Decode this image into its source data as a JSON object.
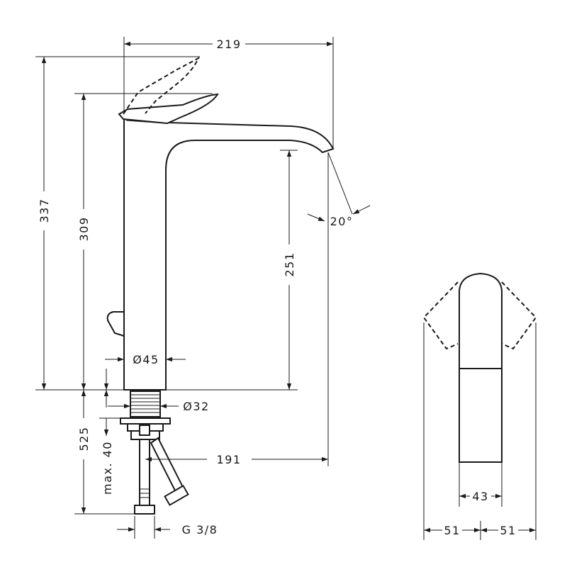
{
  "dimensions": {
    "overall_width": "219",
    "overall_height": "337",
    "lever_height": "309",
    "spout_height": "251",
    "spout_angle": "20°",
    "body_diameter": "Ø45",
    "thread_diameter": "Ø32",
    "deck_thickness": "max. 40",
    "hose_length": "525",
    "spout_reach": "191",
    "hose_connection": "G 3/8",
    "lever_width": "43",
    "lever_swing_left": "51",
    "lever_swing_right": "51"
  }
}
